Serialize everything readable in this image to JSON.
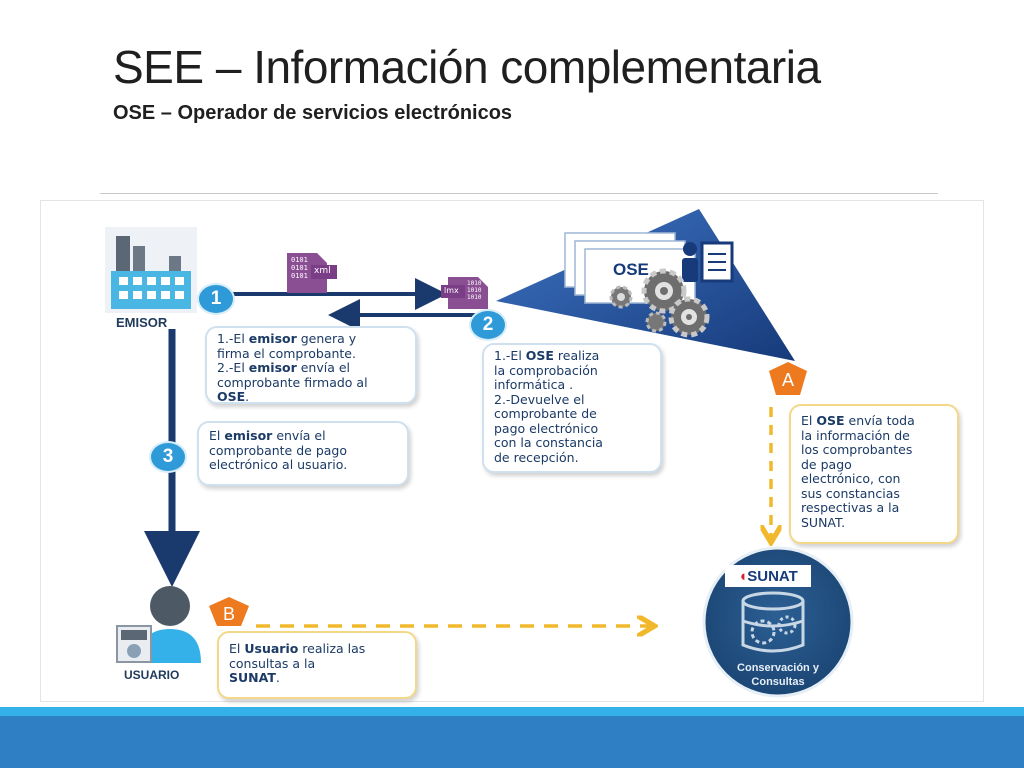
{
  "slide": {
    "title": "SEE – Información complementaria",
    "subtitle": "OSE – Operador de servicios electrónicos"
  },
  "diagram": {
    "emisor_label": "EMISOR",
    "usuario_label": "USUARIO",
    "ose_label": "OSE",
    "sunat_label": "SUNAT",
    "db_caption_line1": "Conservación y",
    "db_caption_line2": "Consultas",
    "doc_xml": {
      "bits": [
        "0101",
        "0101",
        "0101"
      ],
      "tag": "xml"
    },
    "doc_return": {
      "bits": [
        "1010",
        "1010",
        "1010"
      ],
      "tag": "lmx"
    },
    "steps": {
      "s1": "1",
      "s2": "2",
      "s3": "3",
      "sA": "A",
      "sB": "B"
    },
    "box_emisor": {
      "l1a": "1.-El ",
      "l1b": "emisor",
      "l1c": " genera  y",
      "l2": "firma  el comprobante.",
      "l3a": "2.-El ",
      "l3b": "emisor",
      "l3c": " envía el",
      "l4": "comprobante firmado al",
      "l5a": "OSE",
      "l5b": "."
    },
    "box_emisor_usuario": {
      "l1a": "El ",
      "l1b": "emisor",
      "l1c": " envía el",
      "l2": "comprobante de pago",
      "l3": "electrónico al usuario."
    },
    "box_ose": {
      "l1a": "1.-El ",
      "l1b": "OSE",
      "l1c": " realiza",
      "l2": "la comprobación",
      "l3": "informática .",
      "l4": "2.-Devuelve el",
      "l5": "comprobante de",
      "l6": "pago electrónico",
      "l7": "con la constancia",
      "l8": "de recepción."
    },
    "box_ose_sunat": {
      "l1a": "El ",
      "l1b": "OSE",
      "l1c": " envía toda",
      "l2": "la información de",
      "l3": "los comprobantes",
      "l4": "de pago",
      "l5": "electrónico, con",
      "l6": "sus constancias",
      "l7": "respectivas a la",
      "l8": "SUNAT."
    },
    "box_usuario": {
      "l1a": "El ",
      "l1b": "Usuario",
      "l1c": " realiza las",
      "l2": "consultas a la",
      "l3a": "SUNAT",
      "l3b": "."
    }
  },
  "colors": {
    "navy_arrow": "#1a3a6e",
    "step_blue": "#2f9ad8",
    "accent_orange": "#ee7a1f",
    "dashed_yellow": "#f2b82c",
    "triangle_dark": "#163a7a",
    "triangle_light": "#3f74c4",
    "doc_purple": "#8a4f93",
    "footer_blue": "#2e7fc4",
    "footer_light": "#34b1e8"
  },
  "icons": [
    "factory-icon",
    "document-xml-icon",
    "document-return-icon",
    "presenter-icon",
    "gears-icon",
    "user-computer-icon",
    "database-gear-icon",
    "sunat-logo"
  ]
}
